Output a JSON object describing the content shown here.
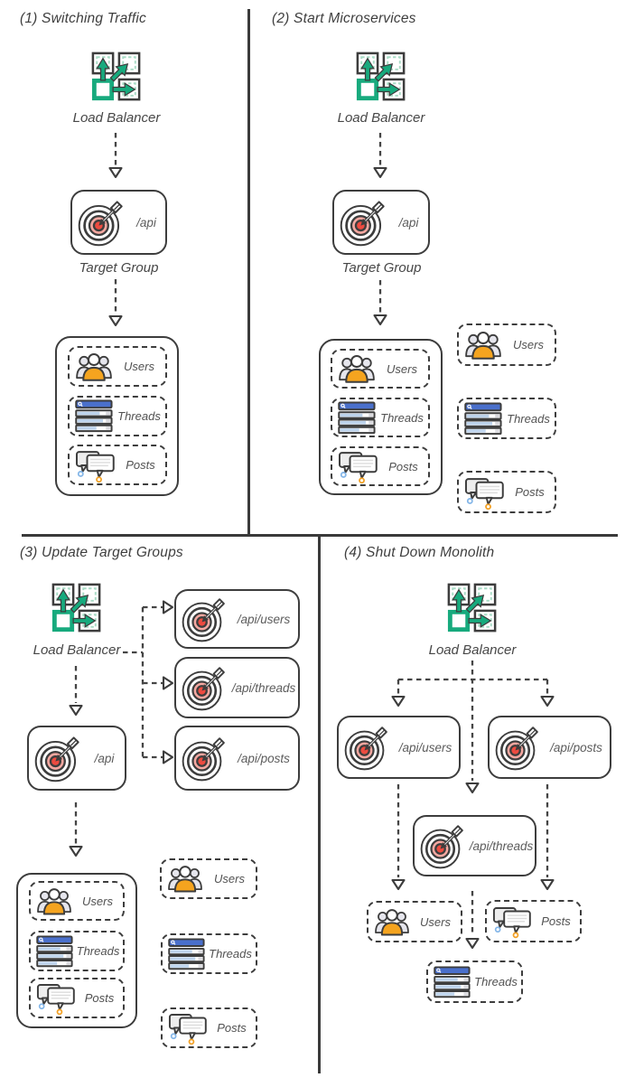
{
  "panels": [
    {
      "title": "(1) Switching Traffic",
      "load_balancer": {
        "label": "Load Balancer"
      },
      "target_group": {
        "path": "/api",
        "caption": "Target Group"
      },
      "monolith": {
        "services": [
          {
            "label": "Users"
          },
          {
            "label": "Threads"
          },
          {
            "label": "Posts"
          }
        ]
      }
    },
    {
      "title": "(2) Start Microservices",
      "load_balancer": {
        "label": "Load Balancer"
      },
      "target_group": {
        "path": "/api",
        "caption": "Target Group"
      },
      "monolith": {
        "services": [
          {
            "label": "Users"
          },
          {
            "label": "Threads"
          },
          {
            "label": "Posts"
          }
        ]
      },
      "microservices": [
        {
          "label": "Users"
        },
        {
          "label": "Threads"
        },
        {
          "label": "Posts"
        }
      ]
    },
    {
      "title": "(3) Update Target Groups",
      "load_balancer": {
        "label": "Load Balancer"
      },
      "target_group": {
        "path": "/api"
      },
      "new_target_groups": [
        {
          "path": "/api/users"
        },
        {
          "path": "/api/threads"
        },
        {
          "path": "/api/posts"
        }
      ],
      "monolith": {
        "services": [
          {
            "label": "Users"
          },
          {
            "label": "Threads"
          },
          {
            "label": "Posts"
          }
        ]
      },
      "microservices": [
        {
          "label": "Users"
        },
        {
          "label": "Threads"
        },
        {
          "label": "Posts"
        }
      ]
    },
    {
      "title": "(4) Shut Down Monolith",
      "load_balancer": {
        "label": "Load Balancer"
      },
      "target_groups": [
        {
          "path": "/api/users"
        },
        {
          "path": "/api/posts"
        },
        {
          "path": "/api/threads"
        }
      ],
      "microservices": [
        {
          "label": "Users"
        },
        {
          "label": "Posts"
        },
        {
          "label": "Threads"
        }
      ]
    }
  ],
  "icons": {
    "load_balancer": "load-balancer-icon",
    "target_group": "target-bullseye-icon",
    "users": "users-group-icon",
    "threads": "thread-list-icon",
    "posts": "speech-bubbles-icon"
  },
  "colors": {
    "outline": "#3D3D3D",
    "accent_green": "#17AA7D",
    "mint_dash": "#A9DCC6",
    "target_red": "#EE4B40",
    "target_pink": "#F5A8A1",
    "users_orange": "#F5A41F",
    "threads_blue": "#4A70CC",
    "threads_row_fill": "#BDD3EC",
    "posts_blue_dot": "#84B6E8",
    "posts_orange_dot": "#F2A024"
  }
}
